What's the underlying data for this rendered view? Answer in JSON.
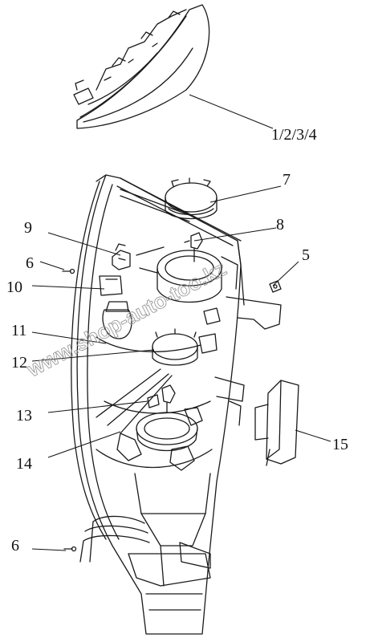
{
  "diagram": {
    "callouts": [
      {
        "id": "c-1234",
        "label": "1/2/3/4"
      },
      {
        "id": "c-7",
        "label": "7"
      },
      {
        "id": "c-8",
        "label": "8"
      },
      {
        "id": "c-9",
        "label": "9"
      },
      {
        "id": "c-5",
        "label": "5"
      },
      {
        "id": "c-6a",
        "label": "6"
      },
      {
        "id": "c-10",
        "label": "10"
      },
      {
        "id": "c-11",
        "label": "11"
      },
      {
        "id": "c-12",
        "label": "12"
      },
      {
        "id": "c-13",
        "label": "13"
      },
      {
        "id": "c-14",
        "label": "14"
      },
      {
        "id": "c-15",
        "label": "15"
      },
      {
        "id": "c-6b",
        "label": "6"
      }
    ],
    "watermark": "www.shop-auto-too.kz",
    "colors": {
      "line": "#1a1a1a",
      "background": "#ffffff",
      "watermark": "#9a9a9a"
    }
  }
}
